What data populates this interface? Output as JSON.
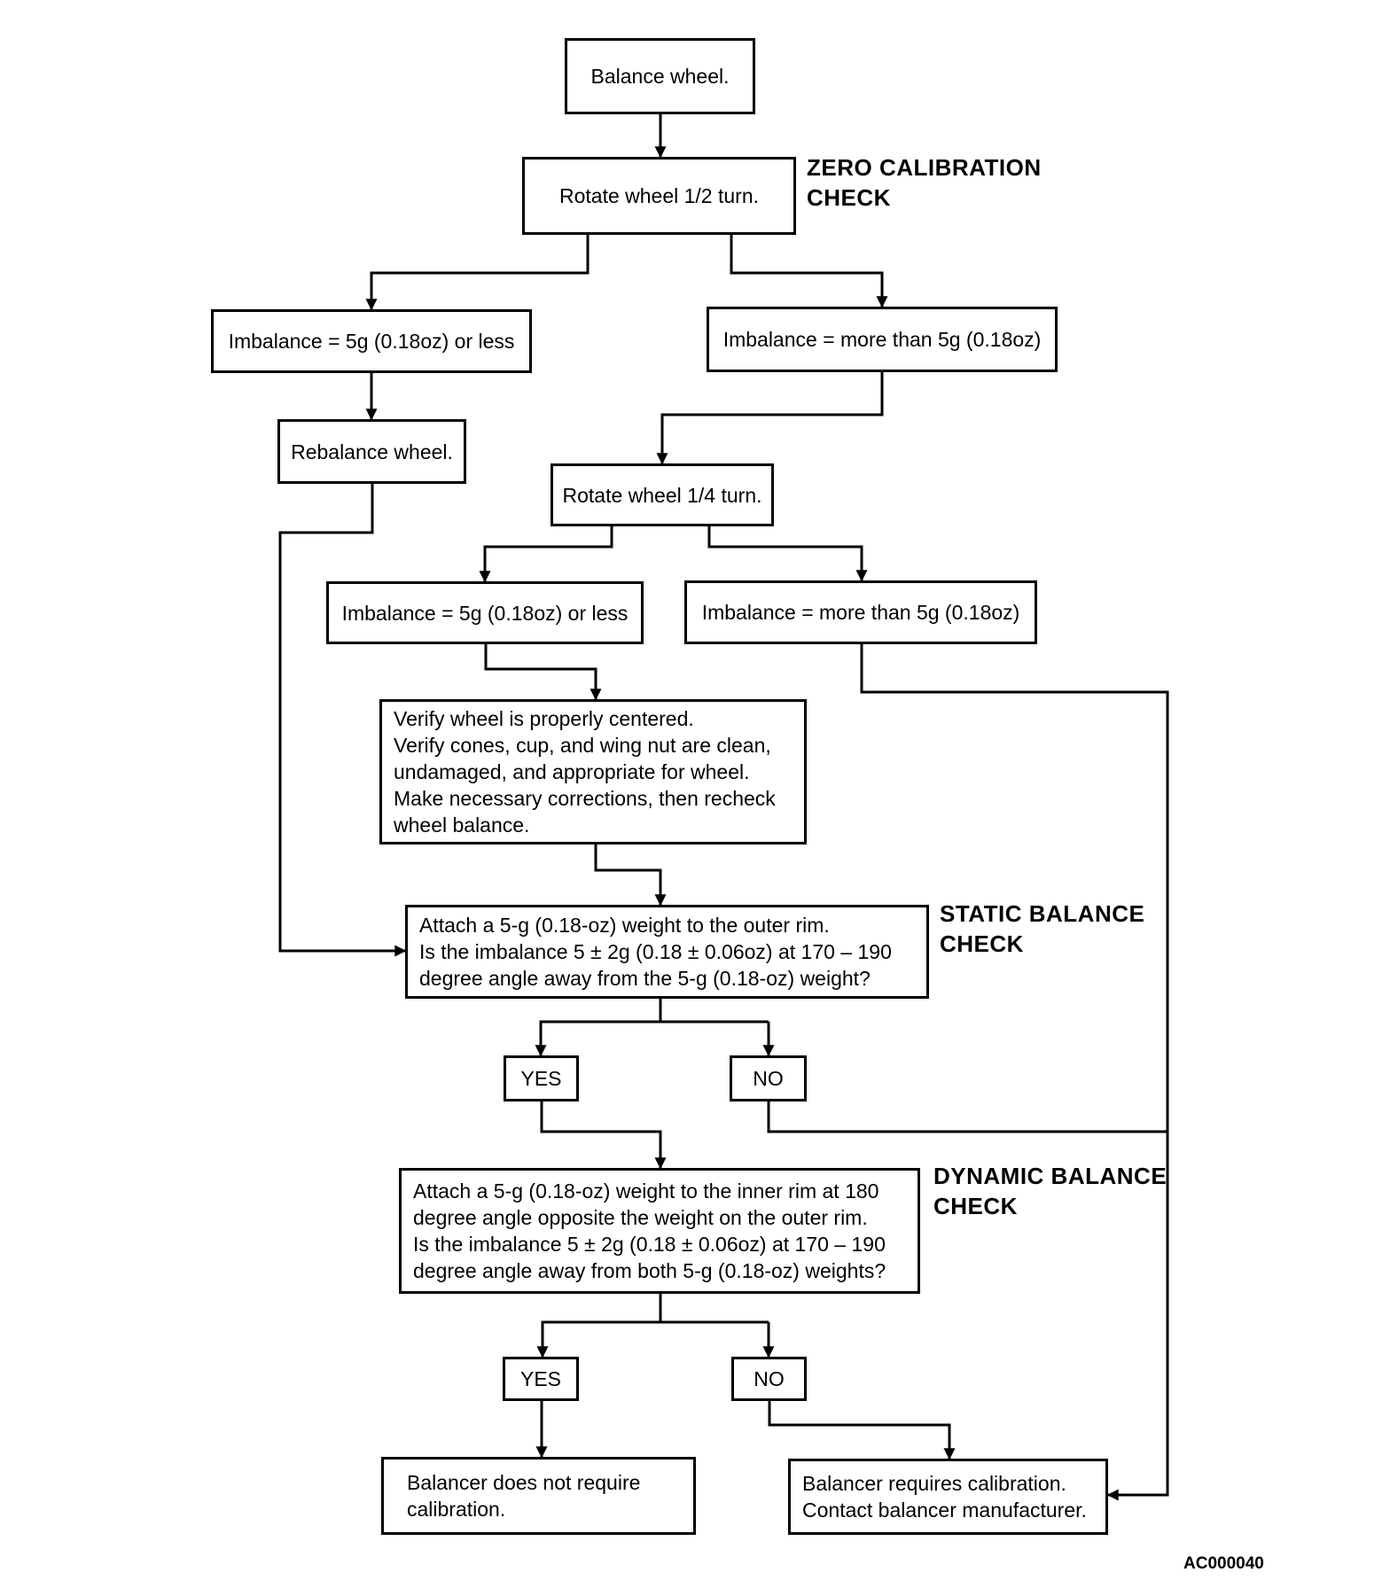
{
  "diagram": {
    "figure_code": "AC000040",
    "colors": {
      "line": "#000000",
      "background": "#ffffff",
      "text": "#000000"
    },
    "labels": {
      "zero": "ZERO CALIBRATION\nCHECK",
      "static": "STATIC BALANCE\nCHECK",
      "dynamic": "DYNAMIC BALANCE\nCHECK"
    },
    "nodes": {
      "balance": {
        "text": "Balance wheel."
      },
      "rotate_half": {
        "text": "Rotate wheel 1/2 turn."
      },
      "imb1_left": {
        "text": "Imbalance = 5g (0.18oz) or less"
      },
      "imb1_right": {
        "text": "Imbalance = more than 5g (0.18oz)"
      },
      "rebalance": {
        "text": "Rebalance wheel."
      },
      "rotate_quarter": {
        "text": "Rotate wheel 1/4 turn."
      },
      "imb2_left": {
        "text": "Imbalance = 5g (0.18oz) or less"
      },
      "imb2_right": {
        "text": "Imbalance = more than 5g (0.18oz)"
      },
      "verify": {
        "lines": [
          "Verify wheel is properly centered.",
          "Verify cones, cup, and wing nut are clean,",
          "undamaged, and appropriate for wheel.",
          "Make necessary corrections, then recheck",
          "wheel balance."
        ]
      },
      "static_check": {
        "lines": [
          "Attach a 5-g (0.18-oz) weight to the outer rim.",
          "Is the imbalance 5 ± 2g (0.18 ± 0.06oz) at 170 – 190",
          "degree angle away from the 5-g (0.18-oz) weight?"
        ]
      },
      "yes1": {
        "text": "YES"
      },
      "no1": {
        "text": "NO"
      },
      "dynamic_check": {
        "lines": [
          "Attach a 5-g (0.18-oz) weight to the inner rim at 180",
          "degree angle opposite the weight on the outer rim.",
          "Is the imbalance 5 ± 2g (0.18 ± 0.06oz) at 170 – 190",
          "degree angle away from both 5-g (0.18-oz) weights?"
        ]
      },
      "yes2": {
        "text": "YES"
      },
      "no2": {
        "text": "NO"
      },
      "result_ok": {
        "lines": [
          "Balancer does not require",
          "calibration."
        ]
      },
      "result_fail": {
        "lines": [
          "Balancer requires calibration.",
          "Contact balancer manufacturer."
        ]
      }
    }
  }
}
